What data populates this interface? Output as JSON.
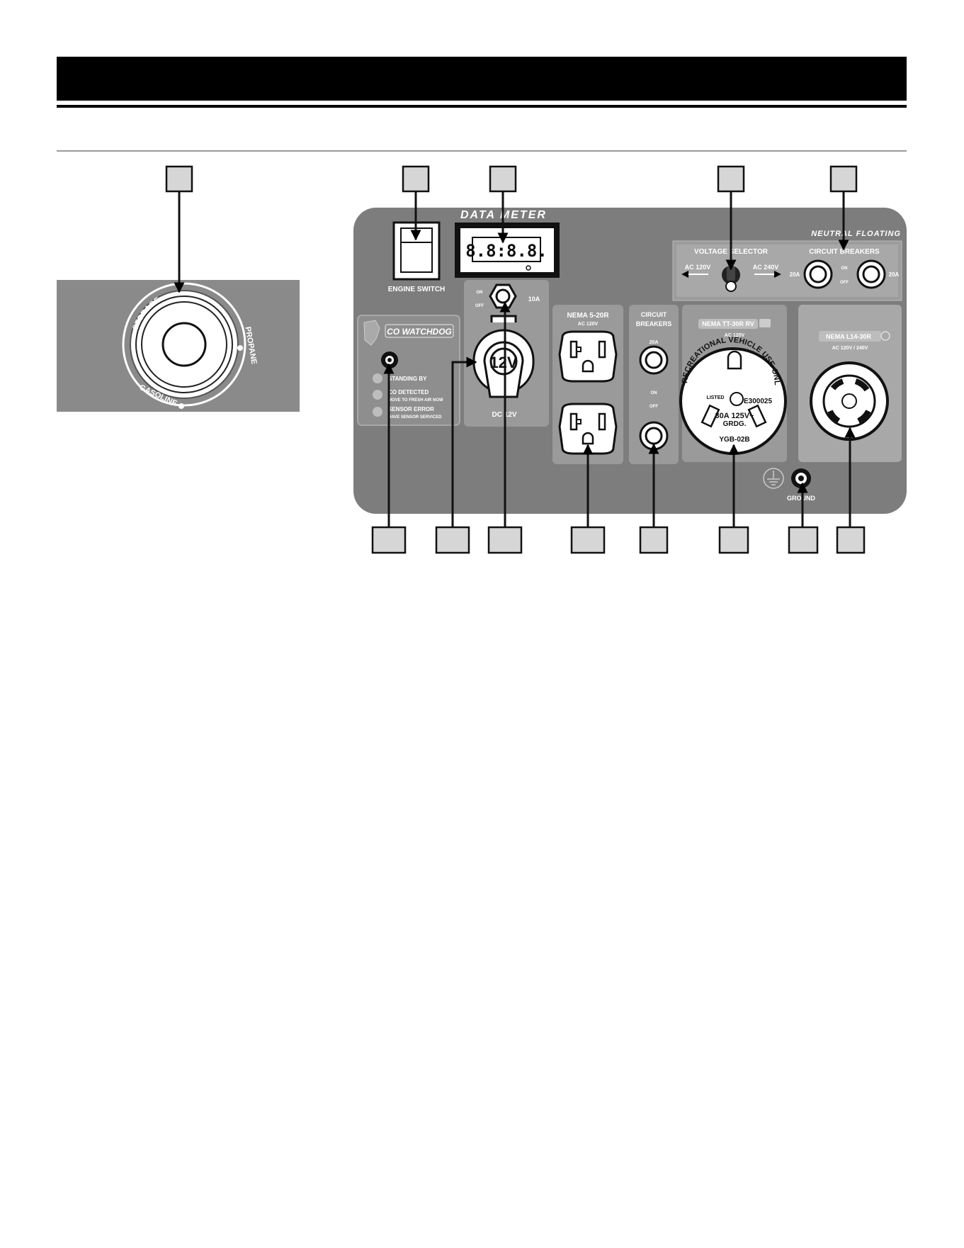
{
  "panel": {
    "data_meter": "DATA METER",
    "lcd_digits": "8.8:8.8.",
    "engine_switch": "ENGINE SWITCH",
    "neutral_floating": "NEUTRAL FLOATING",
    "voltage_selector": {
      "title": "VOLTAGE SELECTOR",
      "left": "AC 120V",
      "right": "AC 240V"
    },
    "top_breakers": {
      "title": "CIRCUIT BREAKERS",
      "left_rating": "20A",
      "right_rating": "20A",
      "on": "ON",
      "off": "OFF"
    },
    "co_watchdog": {
      "brand": "CO WATCHDOG",
      "status1": "STANDING BY",
      "status2": "CO DETECTED",
      "status2_sub": "MOVE TO FRESH AIR NOW",
      "status3": "SENSOR ERROR",
      "status3_sub": "HAVE SENSOR SERVICED"
    },
    "dc": {
      "on": "ON",
      "off": "OFF",
      "rating": "10A",
      "socket": "12V",
      "label": "DC 12V"
    },
    "nema520": {
      "title": "NEMA 5-20R",
      "sub": "AC 120V"
    },
    "mid_breakers": {
      "title1": "CIRCUIT",
      "title2": "BREAKERS",
      "rating": "20A",
      "on": "ON",
      "off": "OFF"
    },
    "rv": {
      "title": "NEMA TT-30R RV",
      "sub": "AC 120V",
      "arc": "RECREATIONAL VEHICLE USE ONLY",
      "listed": "LISTED",
      "cert": "E300025",
      "rating": "30A  125V~",
      "grdg": "GRDG.",
      "model": "YGB-02B"
    },
    "l14": {
      "title": "NEMA L14-30R",
      "sub": "AC 120V / 240V"
    },
    "ground": "GROUND"
  },
  "fuel_dial": {
    "storage": "STORAGE",
    "propane": "PROPANE",
    "gasoline": "GASOLINE"
  }
}
